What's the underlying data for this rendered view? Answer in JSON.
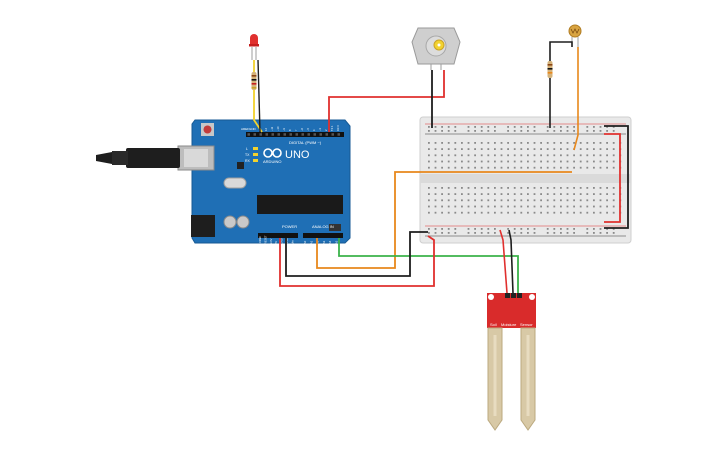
{
  "arduino": {
    "brand": "ARDUINO",
    "model": "UNO",
    "digital_header_label": "DIGITAL (PWM ~)",
    "power_header_label": "POWER",
    "analog_header_label": "ANALOG IN",
    "led_labels": [
      "L",
      "TX",
      "RX"
    ],
    "digital_pins": [
      "13",
      "12",
      "~11",
      "~10",
      "~9",
      "8",
      "7",
      "~6",
      "~5",
      "4",
      "~3",
      "2",
      "TX 1",
      "RX 0"
    ],
    "power_pins": [
      "IOREF",
      "RESET",
      "3.3V",
      "5V",
      "GND",
      "GND",
      "Vin"
    ],
    "analog_pins": [
      "A0",
      "A1",
      "A2",
      "A3",
      "A4",
      "A5"
    ],
    "aref_label": "AREF",
    "gnd_label": "GND"
  },
  "sensor": {
    "label_left": "Soil",
    "label_mid": "Moisture",
    "label_right": "Sensor"
  },
  "colors": {
    "board": "#1f6fb5",
    "board_edge": "#175a94",
    "wire_red": "#e0302e",
    "wire_black": "#1e1e1e",
    "wire_orange": "#e8881c",
    "wire_green": "#3bb24a",
    "wire_yellow": "#f2d22e",
    "sensor_red": "#d92b2b",
    "probe": "#d8c9a6",
    "breadboard": "#e9e9e9"
  }
}
